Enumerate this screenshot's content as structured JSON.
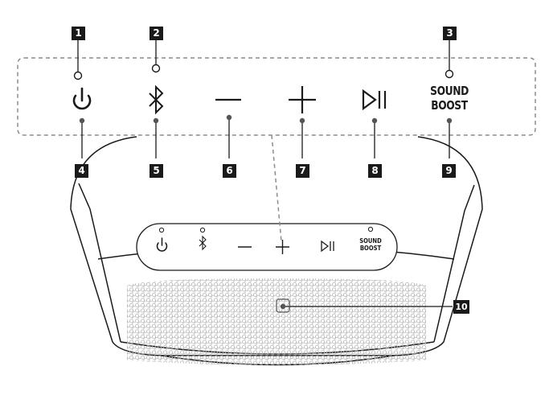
{
  "callouts": [
    {
      "number": "1",
      "target": "power-led"
    },
    {
      "number": "2",
      "target": "bluetooth-led"
    },
    {
      "number": "3",
      "target": "sound-boost-led"
    },
    {
      "number": "4",
      "target": "power-button"
    },
    {
      "number": "5",
      "target": "bluetooth-button"
    },
    {
      "number": "6",
      "target": "volume-down-button"
    },
    {
      "number": "7",
      "target": "volume-up-button"
    },
    {
      "number": "8",
      "target": "play-pause-button"
    },
    {
      "number": "9",
      "target": "sound-boost-button"
    },
    {
      "number": "10",
      "target": "microphone"
    }
  ],
  "buttons": {
    "sound_boost_line1": "SOUND",
    "sound_boost_line2": "BOOST"
  },
  "icons": [
    "power-icon",
    "bluetooth-icon",
    "minus-icon",
    "plus-icon",
    "play-pause-icon",
    "microphone-icon"
  ],
  "colors": {
    "outline": "#1a1a1a",
    "leader_dashed": "#8c8c8c",
    "grille_dots": "#b4b4b4",
    "badge_bg": "#1a1a1a",
    "badge_text": "#ffffff"
  }
}
